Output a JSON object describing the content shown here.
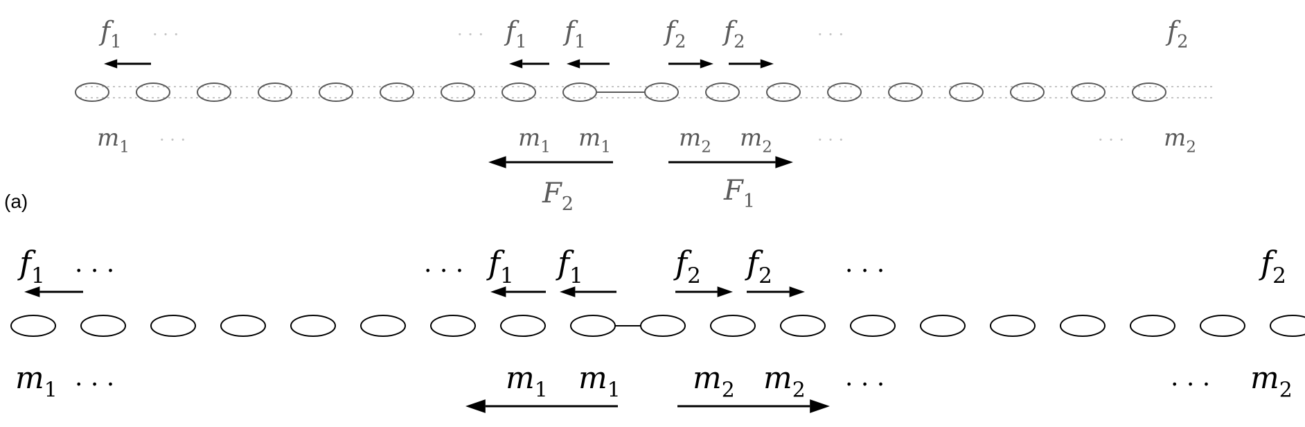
{
  "panel_a": {
    "label": "(a)",
    "mass_count": 18,
    "linked_pair_after_index": 8,
    "force_labels": [
      "f1",
      "f1",
      "f1",
      "f2",
      "f2",
      "f2"
    ],
    "mass_labels": [
      "m1",
      "m1",
      "m1",
      "m2",
      "m2",
      "m2"
    ],
    "ellipsis": "· · ·",
    "big_forces": [
      "F2",
      "F1"
    ]
  },
  "panel_b": {
    "mass_count": 19,
    "linked_pair_after_index": 8,
    "force_labels": [
      "f1",
      "f1",
      "f1",
      "f2",
      "f2",
      "f2"
    ],
    "mass_labels": [
      "m1",
      "m1",
      "m1",
      "m2",
      "m2",
      "m2"
    ],
    "ellipsis": ". . ."
  },
  "colors": {
    "panel_a_ink": "#5a5a5a",
    "panel_a_faint": "#c4c4c4",
    "panel_b_ink": "#000000",
    "panel_b_faint": "#000000"
  }
}
